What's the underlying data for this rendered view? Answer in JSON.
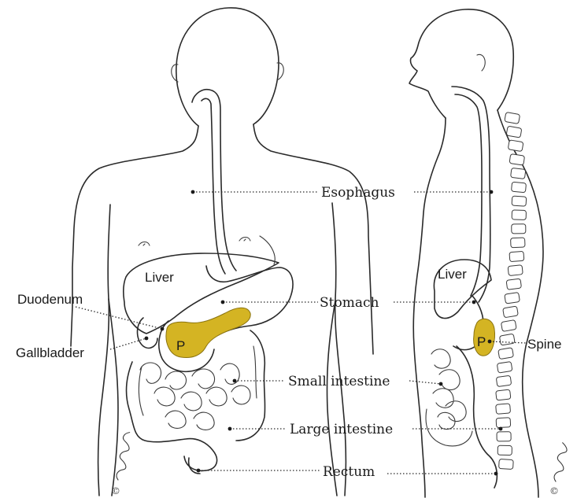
{
  "labels": {
    "esophagus": "Esophagus",
    "stomach": "Stomach",
    "small_intestine": "Small intestine",
    "large_intestine": "Large intestine",
    "rectum": "Rectum",
    "duodenum": "Duodenum",
    "gallbladder": "Gallbladder",
    "spine": "Spine",
    "liver_front": "Liver",
    "liver_side": "Liver",
    "pancreas_front": "P",
    "pancreas_side": "P"
  },
  "signature": {
    "copyright_front": "©",
    "copyright_side": "©"
  },
  "colors": {
    "pancreas": "#d4b423",
    "line": "#2a2a2a",
    "background": "#ffffff"
  }
}
